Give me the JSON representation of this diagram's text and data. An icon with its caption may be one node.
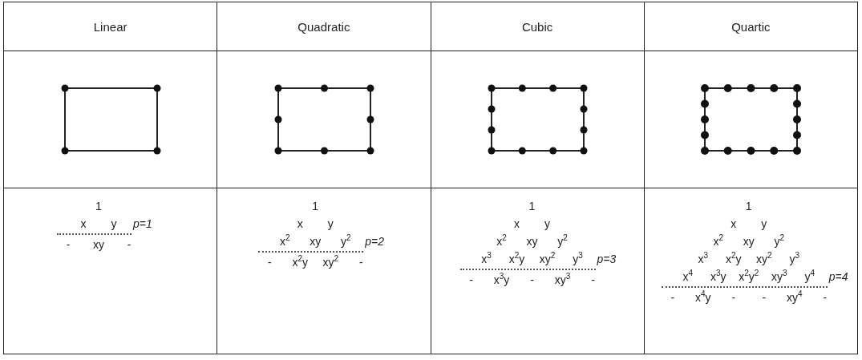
{
  "diagram": {
    "labels": [
      "Linear",
      "Quadratic",
      "Cubic",
      "Quartic",
      "1",
      "x",
      "y",
      "p=1",
      "-",
      "xy",
      "-",
      "1",
      "x",
      "y",
      "x$^{2}$",
      "xy",
      "y$^{2}$",
      "p=2",
      "-",
      "x$^{2}$y",
      "xy$^{2}$",
      "-",
      "1",
      "x",
      "y",
      "x$^{2}$",
      "xy",
      "y$^{2}$",
      "x$^{3}$",
      "x$^{2}$y",
      "xy$^{2}$",
      "y$^{3}$",
      "p=3",
      "-",
      "x$^{3}$y",
      "-",
      "xy$^{3}$",
      "-",
      "1",
      "x",
      "y",
      "x$^{2}$",
      "xy",
      "y$^{2}$",
      "x$^{3}$",
      "x$^{2}$y",
      "xy$^{2}$",
      "y$^{3}$",
      "x$^{4}$",
      "x$^{3}$y",
      "x$^{2}$y$^{2}$",
      "xy$^{3}$",
      "y$^{4}$",
      "p=4",
      "-",
      "x$^{4}$y",
      "-",
      "-",
      "xy$^{4}$",
      "-"
    ]
  }
}
